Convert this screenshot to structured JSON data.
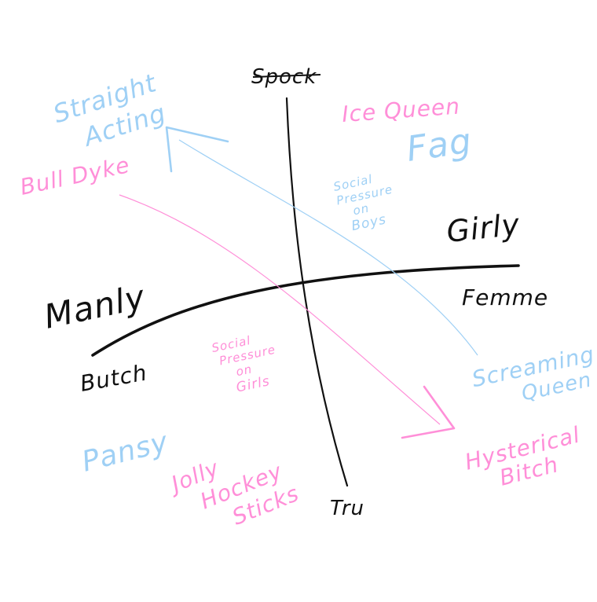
{
  "colors": {
    "axis": "#111111",
    "pink": "#ff8fd8",
    "blue": "#9fd0f5",
    "background": "#ffffff"
  },
  "axes": {
    "top": "Spock",
    "bottom": "Tru",
    "upper_right": "Girly",
    "right": "Femme",
    "left": "Manly",
    "lower_left": "Butch"
  },
  "labels": {
    "straight_acting": [
      "Straight",
      "Acting"
    ],
    "ice_queen": "Ice Queen",
    "fag": "Fag",
    "bull_dyke": "Bull Dyke",
    "social_pressure_boys": [
      "Social",
      "Pressure",
      "on",
      "Boys"
    ],
    "social_pressure_girls": [
      "Social",
      "Pressure",
      "on",
      "Girls"
    ],
    "screaming_queen": [
      "Screaming",
      "Queen"
    ],
    "hysterical_bitch": [
      "Hysterical",
      "Bitch"
    ],
    "pansy": "Pansy",
    "jolly_hockey_sticks": [
      "Jolly",
      "Hockey",
      "Sticks"
    ]
  }
}
